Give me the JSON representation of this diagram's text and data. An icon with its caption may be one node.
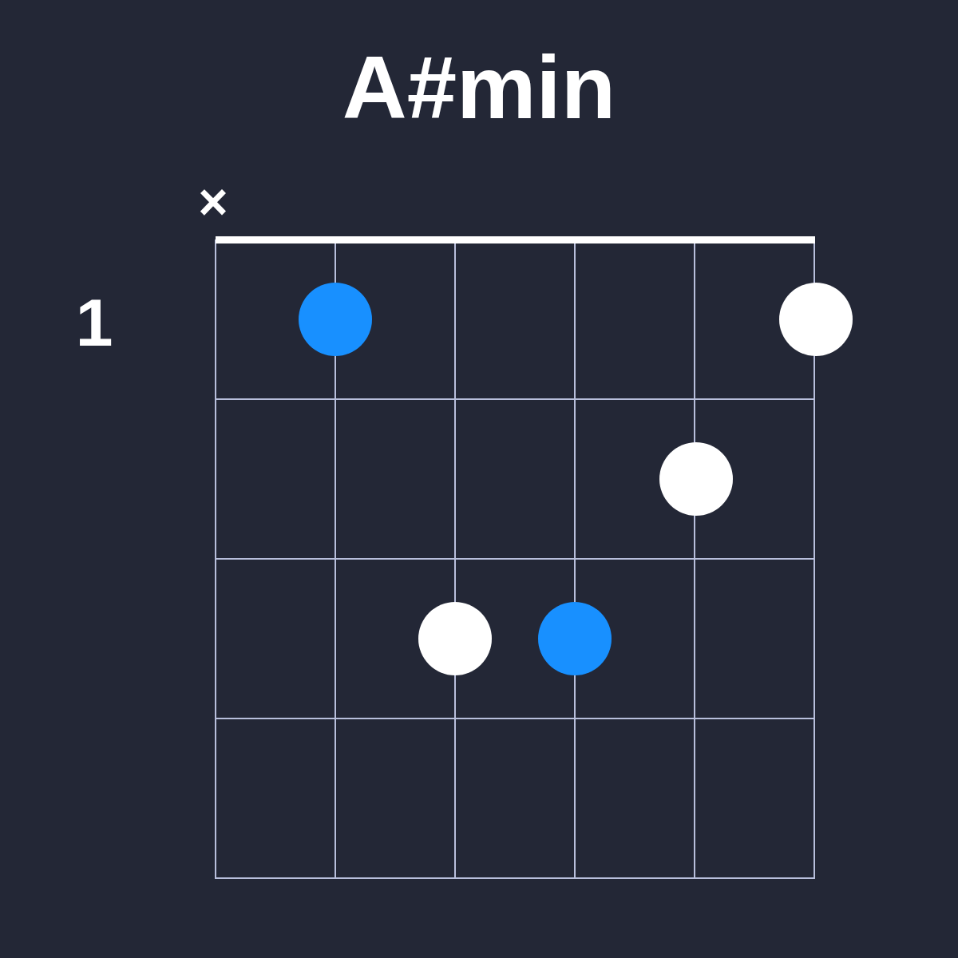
{
  "diagram": {
    "title": "A#min",
    "nodes": [
      {
        "text": [],
        "shape": "circle"
      },
      {
        "text": [],
        "shape": "circle"
      },
      {
        "text": [],
        "shape": "circle"
      },
      {
        "text": [],
        "shape": "circle"
      },
      {
        "text": [],
        "shape": "circle"
      }
    ],
    "labels": [
      "×",
      "1"
    ]
  }
}
